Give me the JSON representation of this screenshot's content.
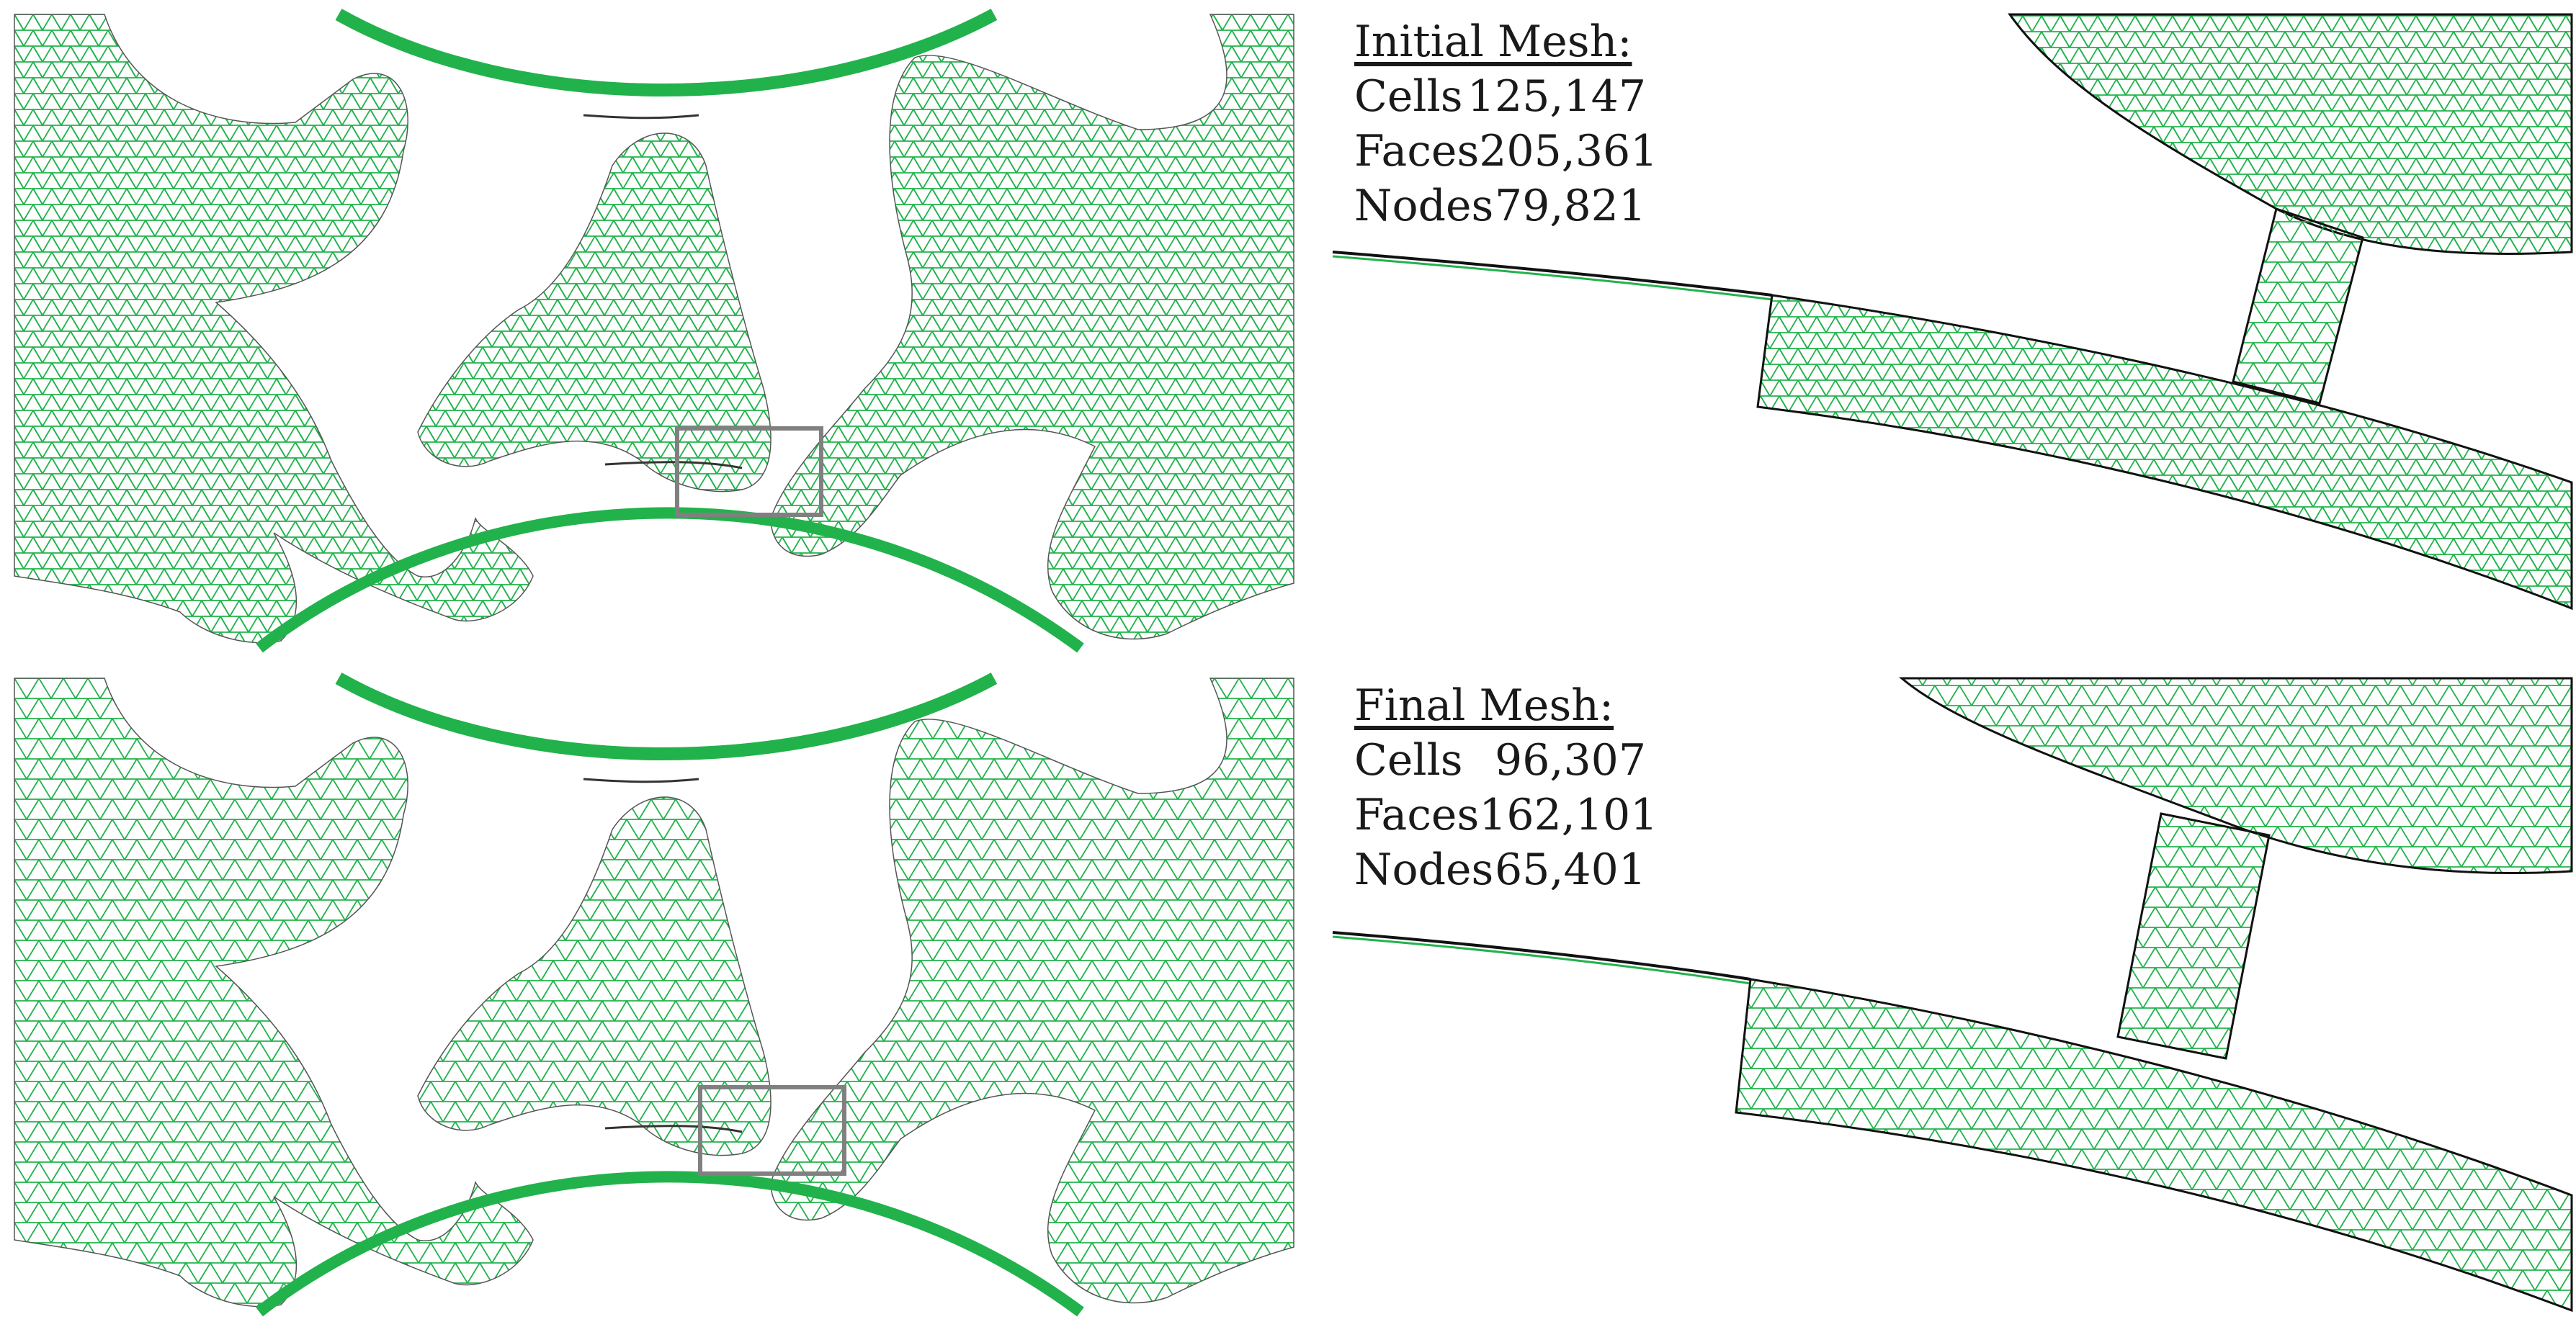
{
  "panels": [
    {
      "title": "Initial Mesh:",
      "stats": [
        {
          "label": "Cells",
          "value": "125,147"
        },
        {
          "label": "Faces",
          "value": "205,361"
        },
        {
          "label": "Nodes",
          "value": "79,821"
        }
      ]
    },
    {
      "title": "Final Mesh:",
      "stats": [
        {
          "label": "Cells",
          "value": "96,307"
        },
        {
          "label": "Faces",
          "value": "162,101"
        },
        {
          "label": "Nodes",
          "value": "65,401"
        }
      ]
    }
  ],
  "colors": {
    "mesh": "#22b24c",
    "outline": "#111111",
    "zoom_box": "#808080"
  }
}
